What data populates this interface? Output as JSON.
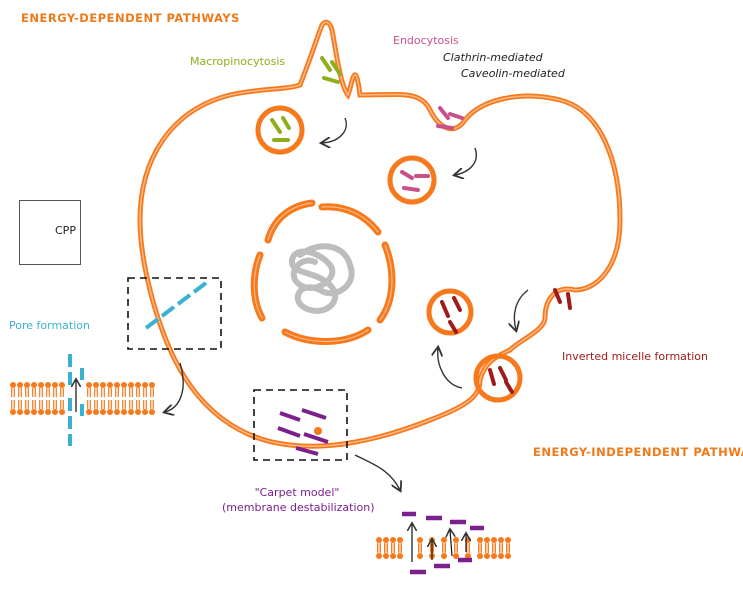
{
  "labels": {
    "energy_dependent": "ENERGY-DEPENDENT PATHWAYS",
    "energy_independent": "ENERGY-INDEPENDENT PATHWAYS",
    "macropinocytosis": "Macropinocytosis",
    "endocytosis": "Endocytosis",
    "clathrin": "Clathrin-mediated",
    "caveolin": "Caveolin-mediated",
    "pore_formation": "Pore formation",
    "inverted_micelle": "Inverted micelle formation",
    "carpet_model": "\"Carpet model\"",
    "carpet_sub": "(membrane destabilization)",
    "legend_cpp": "CPP"
  },
  "colors": {
    "membrane": "#f7791b",
    "membrane_light": "#fbb98a",
    "nucleus_dna": "#bdbdbd",
    "cpp_green": "#8fae1b",
    "cpp_pink": "#c8518a",
    "cpp_purple": "#7b1f8c",
    "cpp_darkred": "#a01a1a",
    "cpp_cyan": "#3bb1d1",
    "arrow": "#333333",
    "text_orange": "#f07a1a",
    "text_green": "#8fae1b",
    "text_pink": "#c8518a",
    "text_darkred": "#a01a1a",
    "text_purple": "#7b1f8c",
    "text_cyan": "#3bb1d1",
    "text_dark": "#222222"
  }
}
